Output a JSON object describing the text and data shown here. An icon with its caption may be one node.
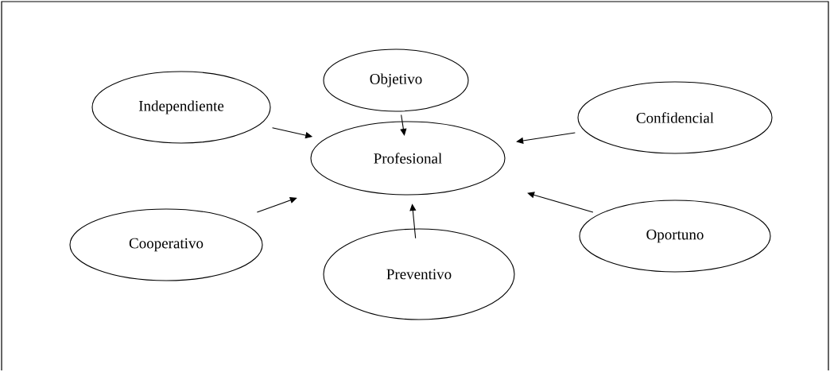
{
  "diagram": {
    "nodes": [
      {
        "text": [
          "Objetivo"
        ]
      },
      {
        "text": [
          "Independiente"
        ]
      },
      {
        "text": [
          "Confidencial"
        ]
      },
      {
        "text": [
          "Profesional"
        ]
      },
      {
        "text": [
          "Cooperativo"
        ]
      },
      {
        "text": [
          "Preventivo"
        ]
      },
      {
        "text": [
          "Oportuno"
        ]
      }
    ],
    "edges": [
      {
        "from": 0,
        "to": 3,
        "arrow": "to"
      },
      {
        "from": 1,
        "to": 3,
        "arrow": "to"
      },
      {
        "from": 2,
        "to": 3,
        "arrow": "to"
      },
      {
        "from": 4,
        "to": 3,
        "arrow": "to"
      },
      {
        "from": 5,
        "to": 3,
        "arrow": "to"
      },
      {
        "from": 6,
        "to": 3,
        "arrow": "to"
      }
    ]
  }
}
